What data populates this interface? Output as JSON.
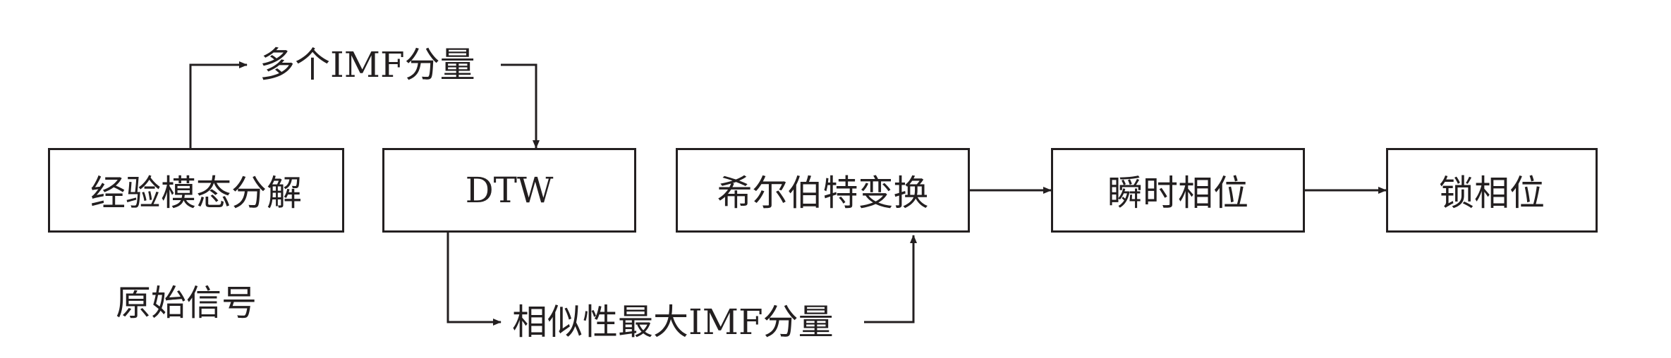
{
  "nodes": {
    "emd": "经验模态分解",
    "dtw": "DTW",
    "hilbert": "希尔伯特变换",
    "phase": "瞬时相位",
    "lock": "锁相位"
  },
  "labels": {
    "input": "原始信号",
    "imf_multi": "多个IMF分量",
    "imf_best": "相似性最大IMF分量"
  },
  "colors": {
    "stroke": "#231f20",
    "background": "#ffffff"
  }
}
